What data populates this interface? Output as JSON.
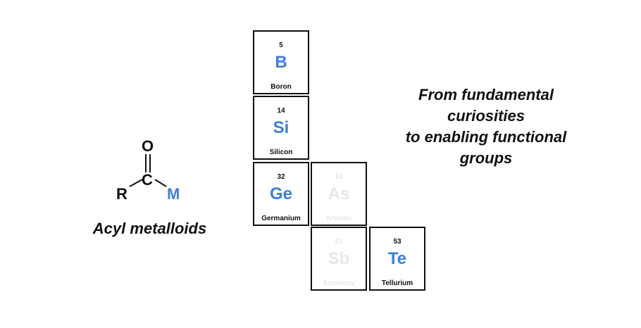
{
  "molecule": {
    "oxygen": "O",
    "carbon": "C",
    "r_group": "R",
    "metalloid": "M",
    "accent_color": "#3b7fe0"
  },
  "caption": "Acyl metalloids",
  "elements": [
    {
      "number": "5",
      "symbol": "B",
      "name": "Boron",
      "highlighted": true
    },
    {
      "number": "14",
      "symbol": "Si",
      "name": "Silicon",
      "highlighted": true
    },
    {
      "number": "32",
      "symbol": "Ge",
      "name": "Germanium",
      "highlighted": true
    },
    {
      "number": "33",
      "symbol": "As",
      "name": "Arsenic",
      "highlighted": false
    },
    {
      "number": "51",
      "symbol": "Sb",
      "name": "Antimony",
      "highlighted": false
    },
    {
      "number": "53",
      "symbol": "Te",
      "name": "Tellurium",
      "highlighted": true
    }
  ],
  "tagline": {
    "lines": [
      "From fundamental",
      "curiosities",
      "to enabling functional",
      "groups"
    ]
  }
}
